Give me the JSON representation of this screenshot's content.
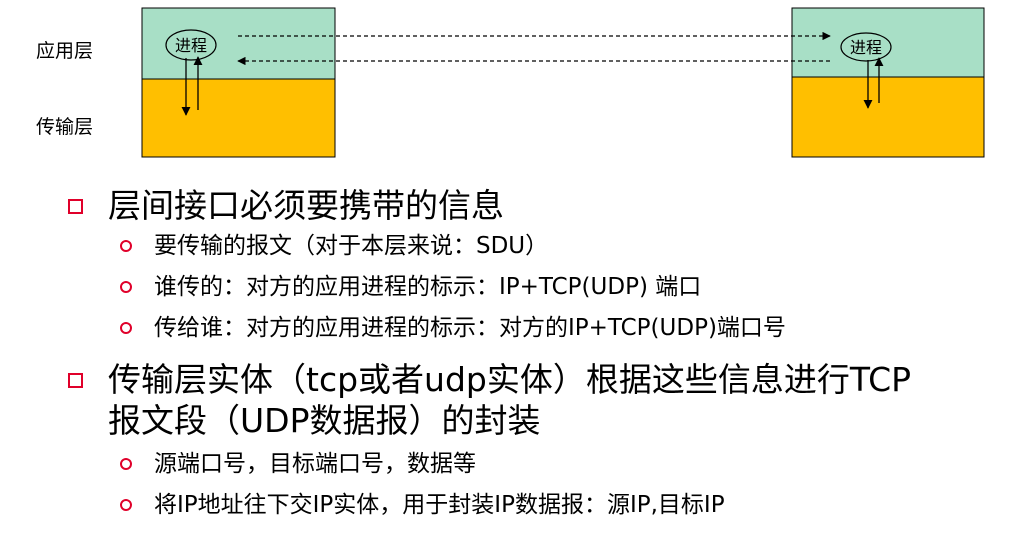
{
  "diagram": {
    "layer_app": "应用层",
    "layer_transport": "传输层",
    "process_left": "进程",
    "process_right": "进程",
    "colors": {
      "app": "#a8dfc6",
      "transport": "#ffbf00",
      "bullet": "#e0002a"
    }
  },
  "bullets": [
    {
      "text": "层间接口必须要携带的信息",
      "sub": [
        "要传输的报文（对于本层来说：SDU）",
        "谁传的：对方的应用进程的标示：IP+TCP(UDP) 端口",
        "传给谁：对方的应用进程的标示：对方的IP+TCP(UDP)端口号"
      ]
    },
    {
      "text": "传输层实体（tcp或者udp实体）根据这些信息进行TCP",
      "text2": "报文段（UDP数据报）的封装",
      "sub": [
        "源端口号，目标端口号，数据等",
        "将IP地址往下交IP实体，用于封装IP数据报：源IP,目标IP"
      ]
    }
  ]
}
